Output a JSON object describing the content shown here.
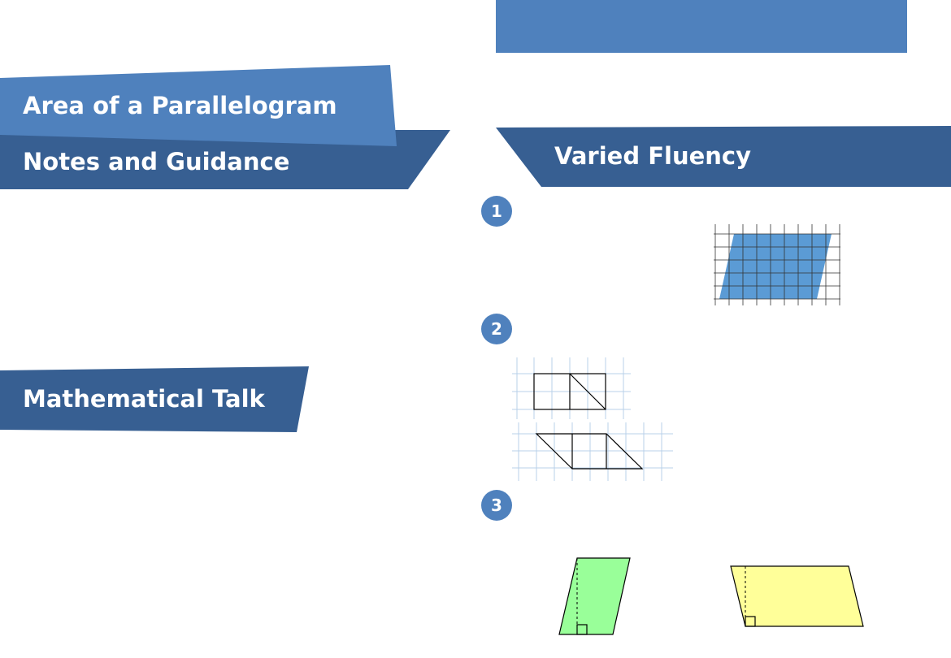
{
  "header": {
    "title": "Area of a Parallelogram",
    "notes_heading": "Notes and Guidance",
    "varied_fluency_heading": "Varied Fluency",
    "mathematical_talk_heading": "Mathematical Talk"
  },
  "questions": [
    {
      "number": "1"
    },
    {
      "number": "2"
    },
    {
      "number": "3"
    }
  ],
  "colors": {
    "title_blue": "#4f81bd",
    "banner_dark_blue": "#375f92",
    "grid_parallelogram_fill": "#5b9bd5",
    "green_shape": "#99ff99",
    "yellow_shape": "#ffff99"
  }
}
